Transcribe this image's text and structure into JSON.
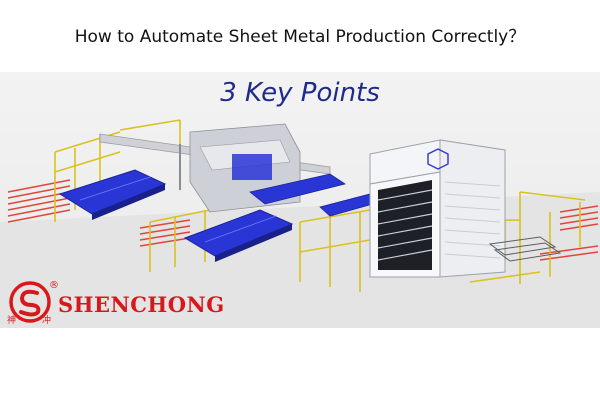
{
  "header": {
    "title": "How to Automate Sheet Metal Production Correctly？",
    "subtitle": "3 Key Points"
  },
  "brand": {
    "name": "SHENCHONG",
    "registered": "®",
    "chinese_left": "神",
    "chinese_right": "冲",
    "color": "#d7191c"
  },
  "colors": {
    "fence": "#d9c21e",
    "table": "#2a35d6",
    "warning_rail": "#e0473b",
    "tower": "#f4f5f8"
  }
}
